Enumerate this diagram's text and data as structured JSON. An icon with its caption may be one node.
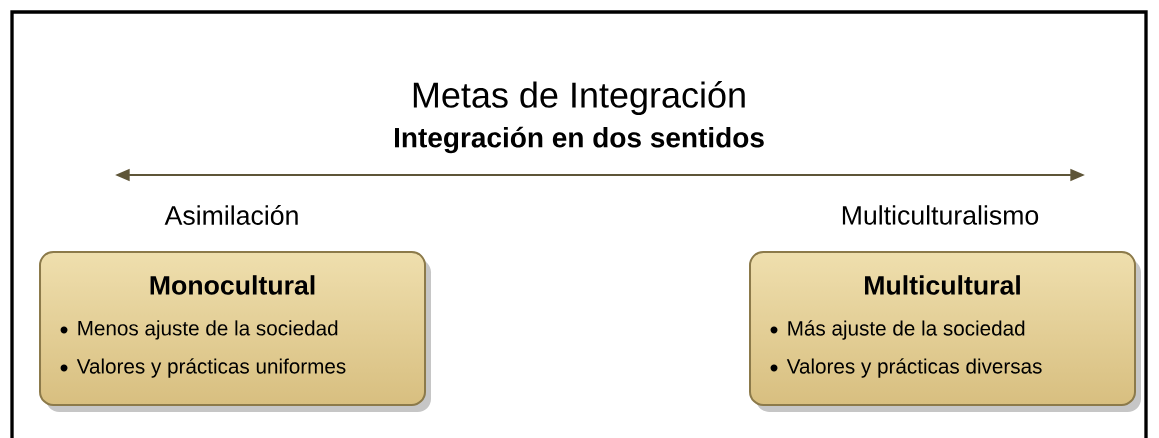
{
  "diagram": {
    "title": "Metas de Integración",
    "nodes": [
      {
        "text": [
          "Monocultural",
          "Menos ajuste de la sociedad",
          "Valores y prácticas uniformes"
        ]
      },
      {
        "text": [
          "Multicultural",
          "Más ajuste de la sociedad",
          "Valores y prácticas diversas"
        ]
      }
    ],
    "labels": [
      "Integración en dos sentidos",
      "Asimilación",
      "Multiculturalismo"
    ]
  }
}
